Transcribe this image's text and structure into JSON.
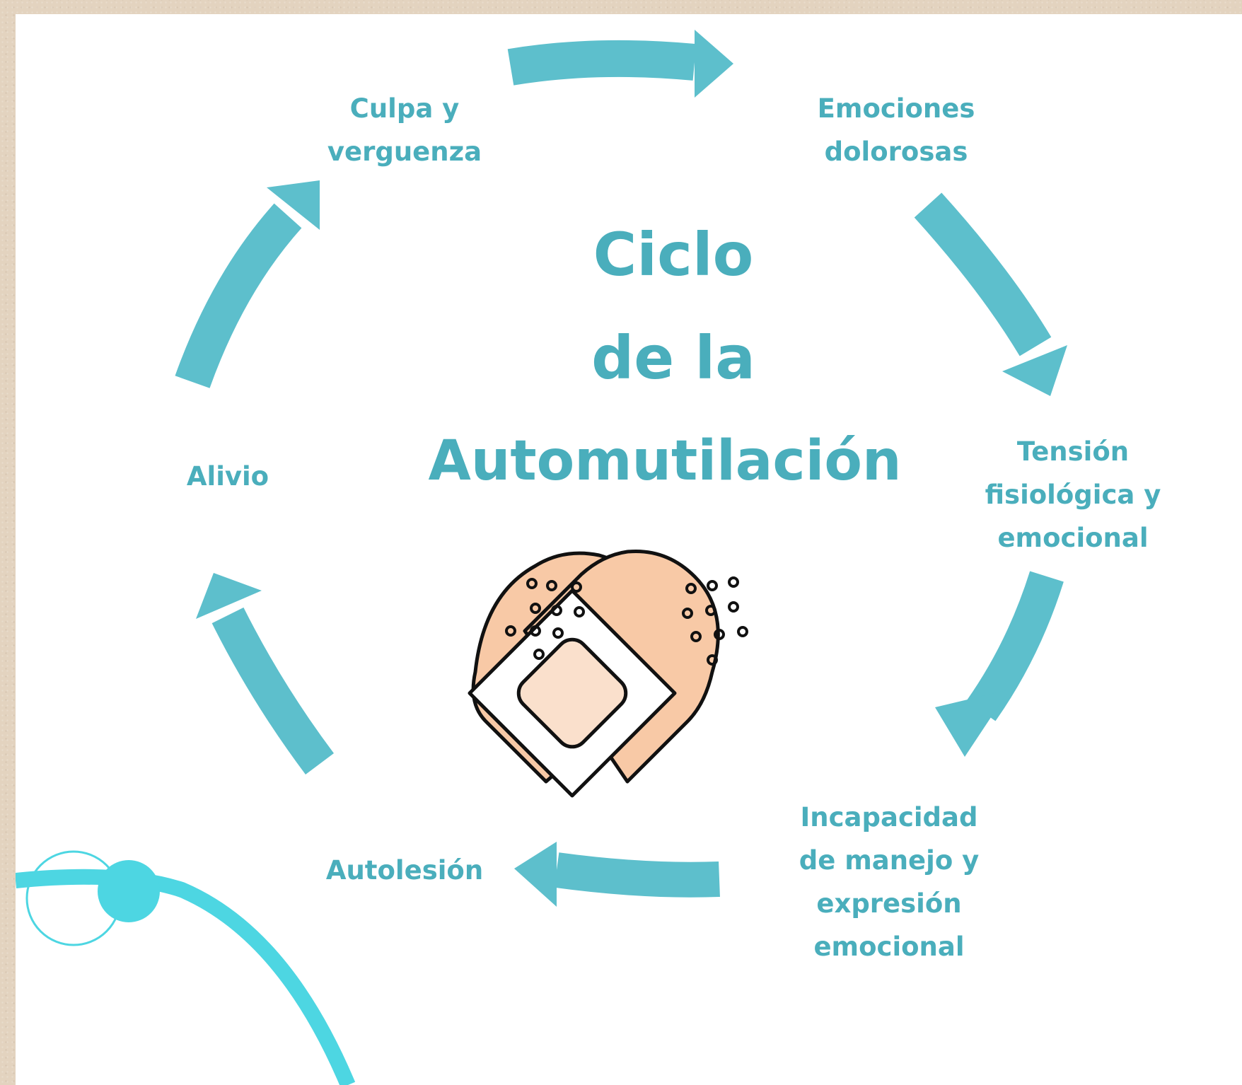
{
  "title": {
    "line1": "Ciclo",
    "line2": "de la",
    "line3": "Automutilación"
  },
  "stages": {
    "culpa": "Culpa y\nverguenza",
    "emociones": "Emociones\ndolorosas",
    "tension": "Tensión\nfisiológica y\nemocional",
    "incapacidad": "Incapacidad\nde manejo y\nexpresión\nemocional",
    "autolesion": "Autolesión",
    "alivio": "Alivio"
  },
  "colors": {
    "accent": "#4aaebc",
    "arrow": "#5dbfcc",
    "deco": "#4dd6e2",
    "bandage": "#f8c9a6",
    "pad": "#fae0cc",
    "background": "#e3d3bf"
  },
  "icons": {
    "center": "heart-bandage-icon",
    "corner": "circle-line-deco"
  }
}
